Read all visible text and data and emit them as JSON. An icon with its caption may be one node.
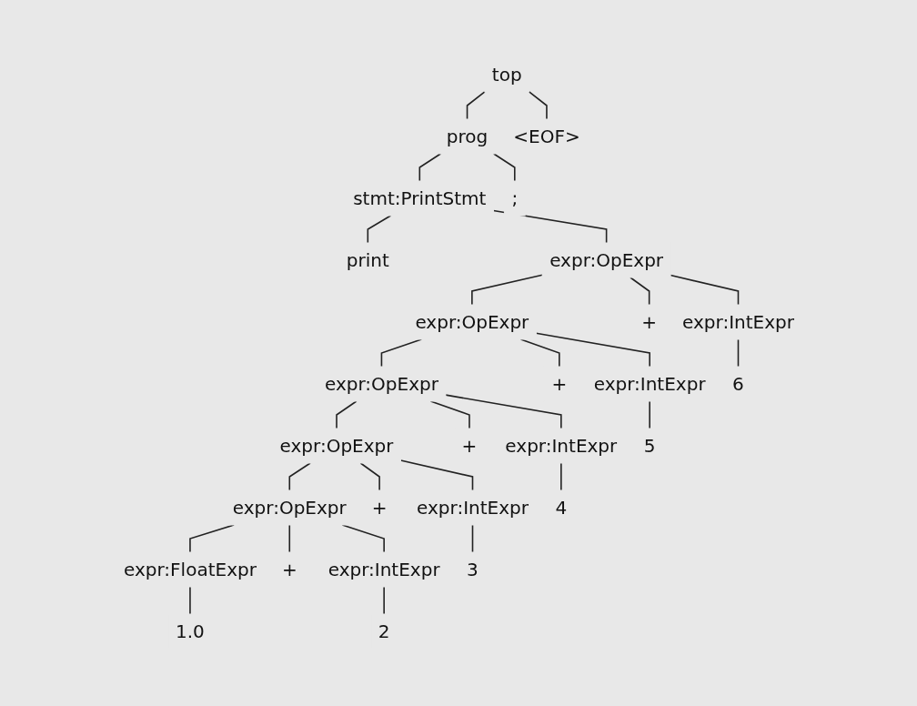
{
  "diagram": {
    "nodes": [
      {
        "text": [
          "top"
        ]
      },
      {
        "text": [
          "prog"
        ]
      },
      {
        "text": [
          "<EOF>"
        ]
      },
      {
        "text": [
          "stmt:PrintStmt"
        ]
      },
      {
        "text": [
          ";"
        ]
      },
      {
        "text": [
          "print"
        ]
      },
      {
        "text": [
          "expr:OpExpr"
        ]
      },
      {
        "text": [
          "expr:OpExpr"
        ]
      },
      {
        "text": [
          "+"
        ]
      },
      {
        "text": [
          "expr:IntExpr"
        ]
      },
      {
        "text": [
          "expr:OpExpr"
        ]
      },
      {
        "text": [
          "+"
        ]
      },
      {
        "text": [
          "expr:IntExpr"
        ]
      },
      {
        "text": [
          "6"
        ]
      },
      {
        "text": [
          "expr:OpExpr"
        ]
      },
      {
        "text": [
          "+"
        ]
      },
      {
        "text": [
          "expr:IntExpr"
        ]
      },
      {
        "text": [
          "5"
        ]
      },
      {
        "text": [
          "expr:OpExpr"
        ]
      },
      {
        "text": [
          "+"
        ]
      },
      {
        "text": [
          "expr:IntExpr"
        ]
      },
      {
        "text": [
          "4"
        ]
      },
      {
        "text": [
          "expr:FloatExpr"
        ]
      },
      {
        "text": [
          "+"
        ]
      },
      {
        "text": [
          "expr:IntExpr"
        ]
      },
      {
        "text": [
          "3"
        ]
      },
      {
        "text": [
          "1.0"
        ]
      },
      {
        "text": [
          "2"
        ]
      }
    ],
    "edges": [
      {
        "from": 0,
        "to": 1,
        "arrow": "none"
      },
      {
        "from": 0,
        "to": 2,
        "arrow": "none"
      },
      {
        "from": 1,
        "to": 3,
        "arrow": "none"
      },
      {
        "from": 1,
        "to": 4,
        "arrow": "none"
      },
      {
        "from": 3,
        "to": 5,
        "arrow": "none"
      },
      {
        "from": 3,
        "to": 6,
        "arrow": "none"
      },
      {
        "from": 6,
        "to": 7,
        "arrow": "none"
      },
      {
        "from": 6,
        "to": 8,
        "arrow": "none"
      },
      {
        "from": 6,
        "to": 9,
        "arrow": "none"
      },
      {
        "from": 9,
        "to": 13,
        "arrow": "none"
      },
      {
        "from": 7,
        "to": 10,
        "arrow": "none"
      },
      {
        "from": 7,
        "to": 11,
        "arrow": "none"
      },
      {
        "from": 7,
        "to": 12,
        "arrow": "none"
      },
      {
        "from": 12,
        "to": 17,
        "arrow": "none"
      },
      {
        "from": 10,
        "to": 14,
        "arrow": "none"
      },
      {
        "from": 10,
        "to": 15,
        "arrow": "none"
      },
      {
        "from": 10,
        "to": 16,
        "arrow": "none"
      },
      {
        "from": 16,
        "to": 21,
        "arrow": "none"
      },
      {
        "from": 14,
        "to": 18,
        "arrow": "none"
      },
      {
        "from": 14,
        "to": 19,
        "arrow": "none"
      },
      {
        "from": 14,
        "to": 20,
        "arrow": "none"
      },
      {
        "from": 20,
        "to": 25,
        "arrow": "none"
      },
      {
        "from": 18,
        "to": 22,
        "arrow": "none"
      },
      {
        "from": 18,
        "to": 23,
        "arrow": "none"
      },
      {
        "from": 18,
        "to": 24,
        "arrow": "none"
      },
      {
        "from": 22,
        "to": 26,
        "arrow": "none"
      },
      {
        "from": 24,
        "to": 27,
        "arrow": "none"
      }
    ]
  }
}
